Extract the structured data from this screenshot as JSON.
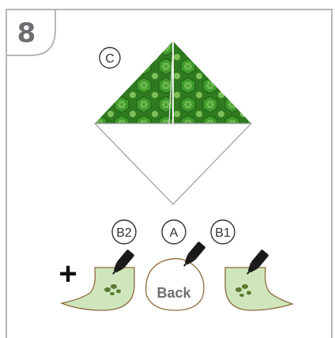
{
  "step": {
    "number": "8"
  },
  "labels": {
    "c": "C",
    "b2": "B2",
    "a": "A",
    "b1": "B1",
    "back": "Back",
    "plus": "+"
  },
  "colors": {
    "frame": "#b5b6b8",
    "step_number": "#6d6e71",
    "paper_dark": "#2f7a1f",
    "paper_mid": "#3f9a2c",
    "paper_light": "#7cc05a",
    "fold_line": "#f2f2f2",
    "outline": "#9a9a9a",
    "glue_fill": "#cfe6bd",
    "glue_edge": "#8f6a3d",
    "marker": "#1a1a1a",
    "dots": "#5a7a2e"
  },
  "icons": {
    "marker": "glue-pen-icon",
    "dots": "glue-dots-icon"
  }
}
